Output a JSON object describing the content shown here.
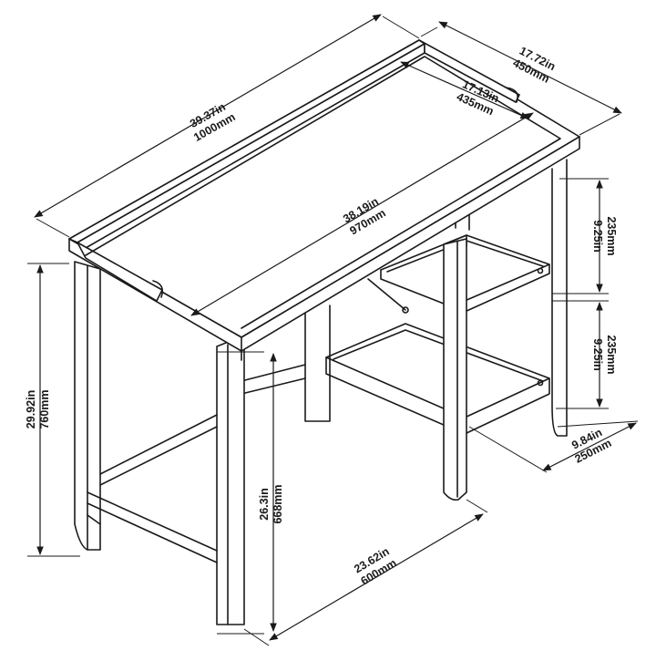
{
  "dimensions": {
    "overall_width": {
      "in": "39.37in",
      "mm": "1000mm"
    },
    "overall_depth": {
      "in": "17.72in",
      "mm": "450mm"
    },
    "inner_depth": {
      "in": "17.13in",
      "mm": "435mm"
    },
    "inner_width": {
      "in": "38.19in",
      "mm": "970mm"
    },
    "upper_shelf_gap": {
      "in": "9.25in",
      "mm": "235mm"
    },
    "lower_shelf_gap": {
      "in": "9.25in",
      "mm": "235mm"
    },
    "shelf_depth": {
      "in": "9.84in",
      "mm": "250mm"
    },
    "overall_height": {
      "in": "29.92in",
      "mm": "760mm"
    },
    "leg_clearance": {
      "in": "26.3in",
      "mm": "668mm"
    },
    "knee_width": {
      "in": "23.62in",
      "mm": "600mm"
    }
  },
  "colors": {
    "line": "#1a1a1a",
    "background": "#ffffff"
  }
}
